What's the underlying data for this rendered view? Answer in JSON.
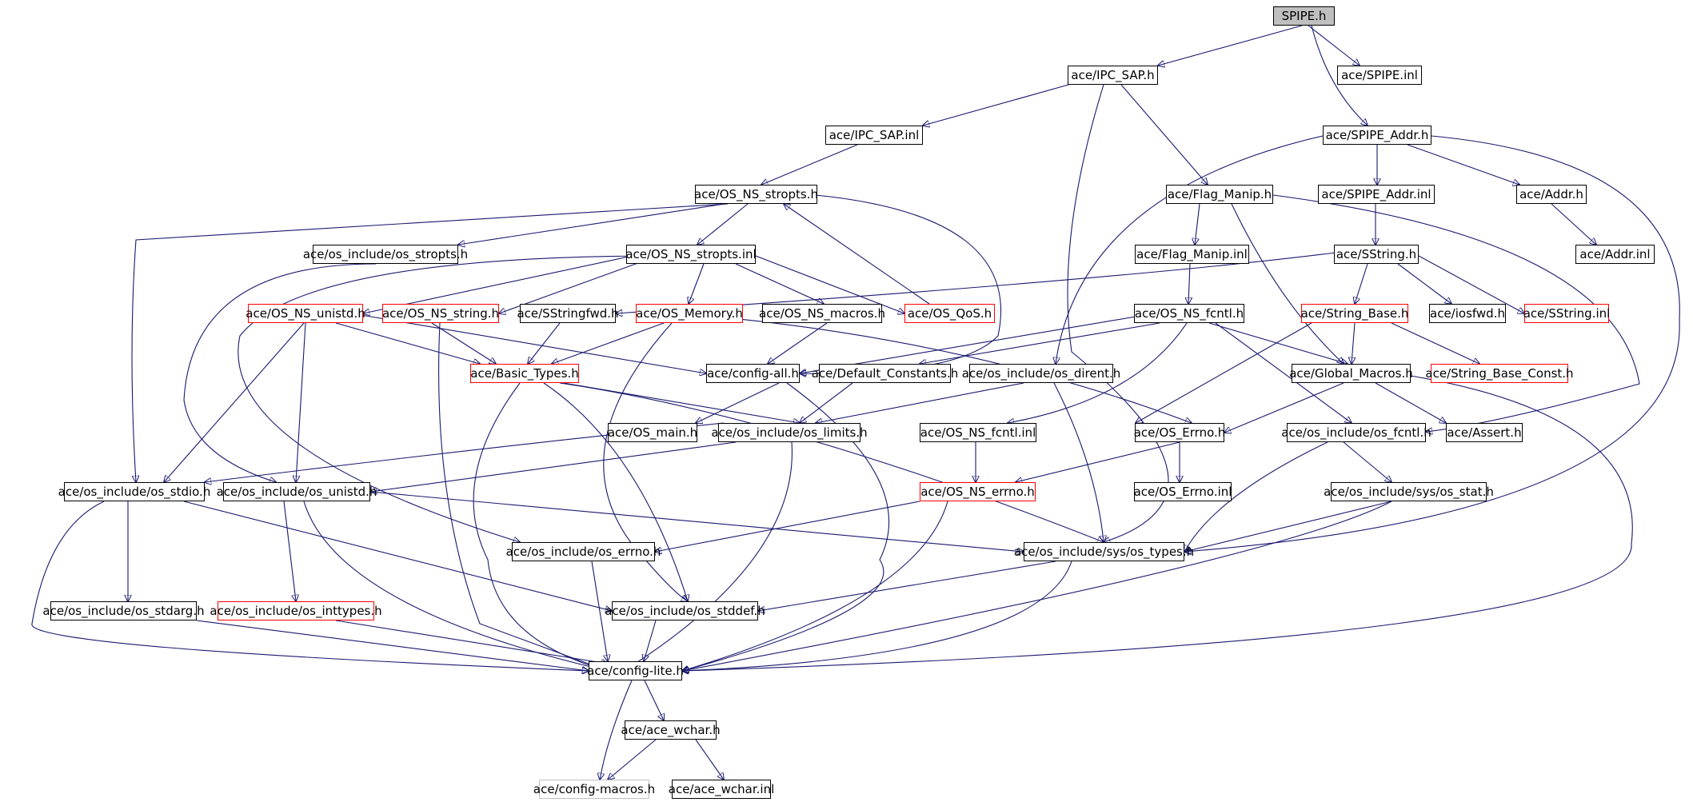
{
  "colors": {
    "edge": "#191970",
    "node_border": "#000000",
    "node_border_red": "#ff0000",
    "node_border_gray": "#bfbfbf",
    "root_fill": "#bfbfbf"
  },
  "nodes": {
    "spipe_h": "SPIPE.h",
    "ipc_sap_h": "ace/IPC_SAP.h",
    "spipe_inl": "ace/SPIPE.inl",
    "ipc_sap_inl": "ace/IPC_SAP.inl",
    "spipe_addr_h": "ace/SPIPE_Addr.h",
    "os_ns_stropts_h": "ace/OS_NS_stropts.h",
    "flag_manip_h": "ace/Flag_Manip.h",
    "spipe_addr_inl": "ace/SPIPE_Addr.inl",
    "addr_h": "ace/Addr.h",
    "os_include_os_stropts_h": "ace/os_include/os_stropts.h",
    "os_ns_stropts_inl": "ace/OS_NS_stropts.inl",
    "flag_manip_inl": "ace/Flag_Manip.inl",
    "sstring_h": "ace/SString.h",
    "addr_inl": "ace/Addr.inl",
    "os_ns_unistd_h": "ace/OS_NS_unistd.h",
    "os_ns_string_h": "ace/OS_NS_string.h",
    "sstringfwd_h": "ace/SStringfwd.h",
    "os_memory_h": "ace/OS_Memory.h",
    "os_ns_macros_h": "ace/OS_NS_macros.h",
    "os_qos_h": "ace/OS_QoS.h",
    "os_ns_fcntl_h": "ace/OS_NS_fcntl.h",
    "string_base_h": "ace/String_Base.h",
    "iosfwd_h": "ace/iosfwd.h",
    "sstring_inl": "ace/SString.inl",
    "basic_types_h": "ace/Basic_Types.h",
    "config_all_h": "ace/config-all.h",
    "default_constants_h": "ace/Default_Constants.h",
    "os_include_os_dirent_h": "ace/os_include/os_dirent.h",
    "global_macros_h": "ace/Global_Macros.h",
    "string_base_const_h": "ace/String_Base_Const.h",
    "os_main_h": "ace/OS_main.h",
    "os_include_os_limits_h": "ace/os_include/os_limits.h",
    "os_ns_fcntl_inl": "ace/OS_NS_fcntl.inl",
    "os_errno_h": "ace/OS_Errno.h",
    "os_include_os_fcntl_h": "ace/os_include/os_fcntl.h",
    "assert_h": "ace/Assert.h",
    "os_include_os_stdio_h": "ace/os_include/os_stdio.h",
    "os_include_os_unistd_h": "ace/os_include/os_unistd.h",
    "os_ns_errno_h": "ace/OS_NS_errno.h",
    "os_errno_inl": "ace/OS_Errno.inl",
    "os_include_sys_os_stat_h": "ace/os_include/sys/os_stat.h",
    "os_include_os_errno_h": "ace/os_include/os_errno.h",
    "os_include_sys_os_types_h": "ace/os_include/sys/os_types.h",
    "os_include_os_stdarg_h": "ace/os_include/os_stdarg.h",
    "os_include_os_inttypes_h": "ace/os_include/os_inttypes.h",
    "os_include_os_stddef_h": "ace/os_include/os_stddef.h",
    "config_lite_h": "ace/config-lite.h",
    "ace_wchar_h": "ace/ace_wchar.h",
    "config_macros_h": "ace/config-macros.h",
    "ace_wchar_inl": "ace/ace_wchar.inl"
  }
}
